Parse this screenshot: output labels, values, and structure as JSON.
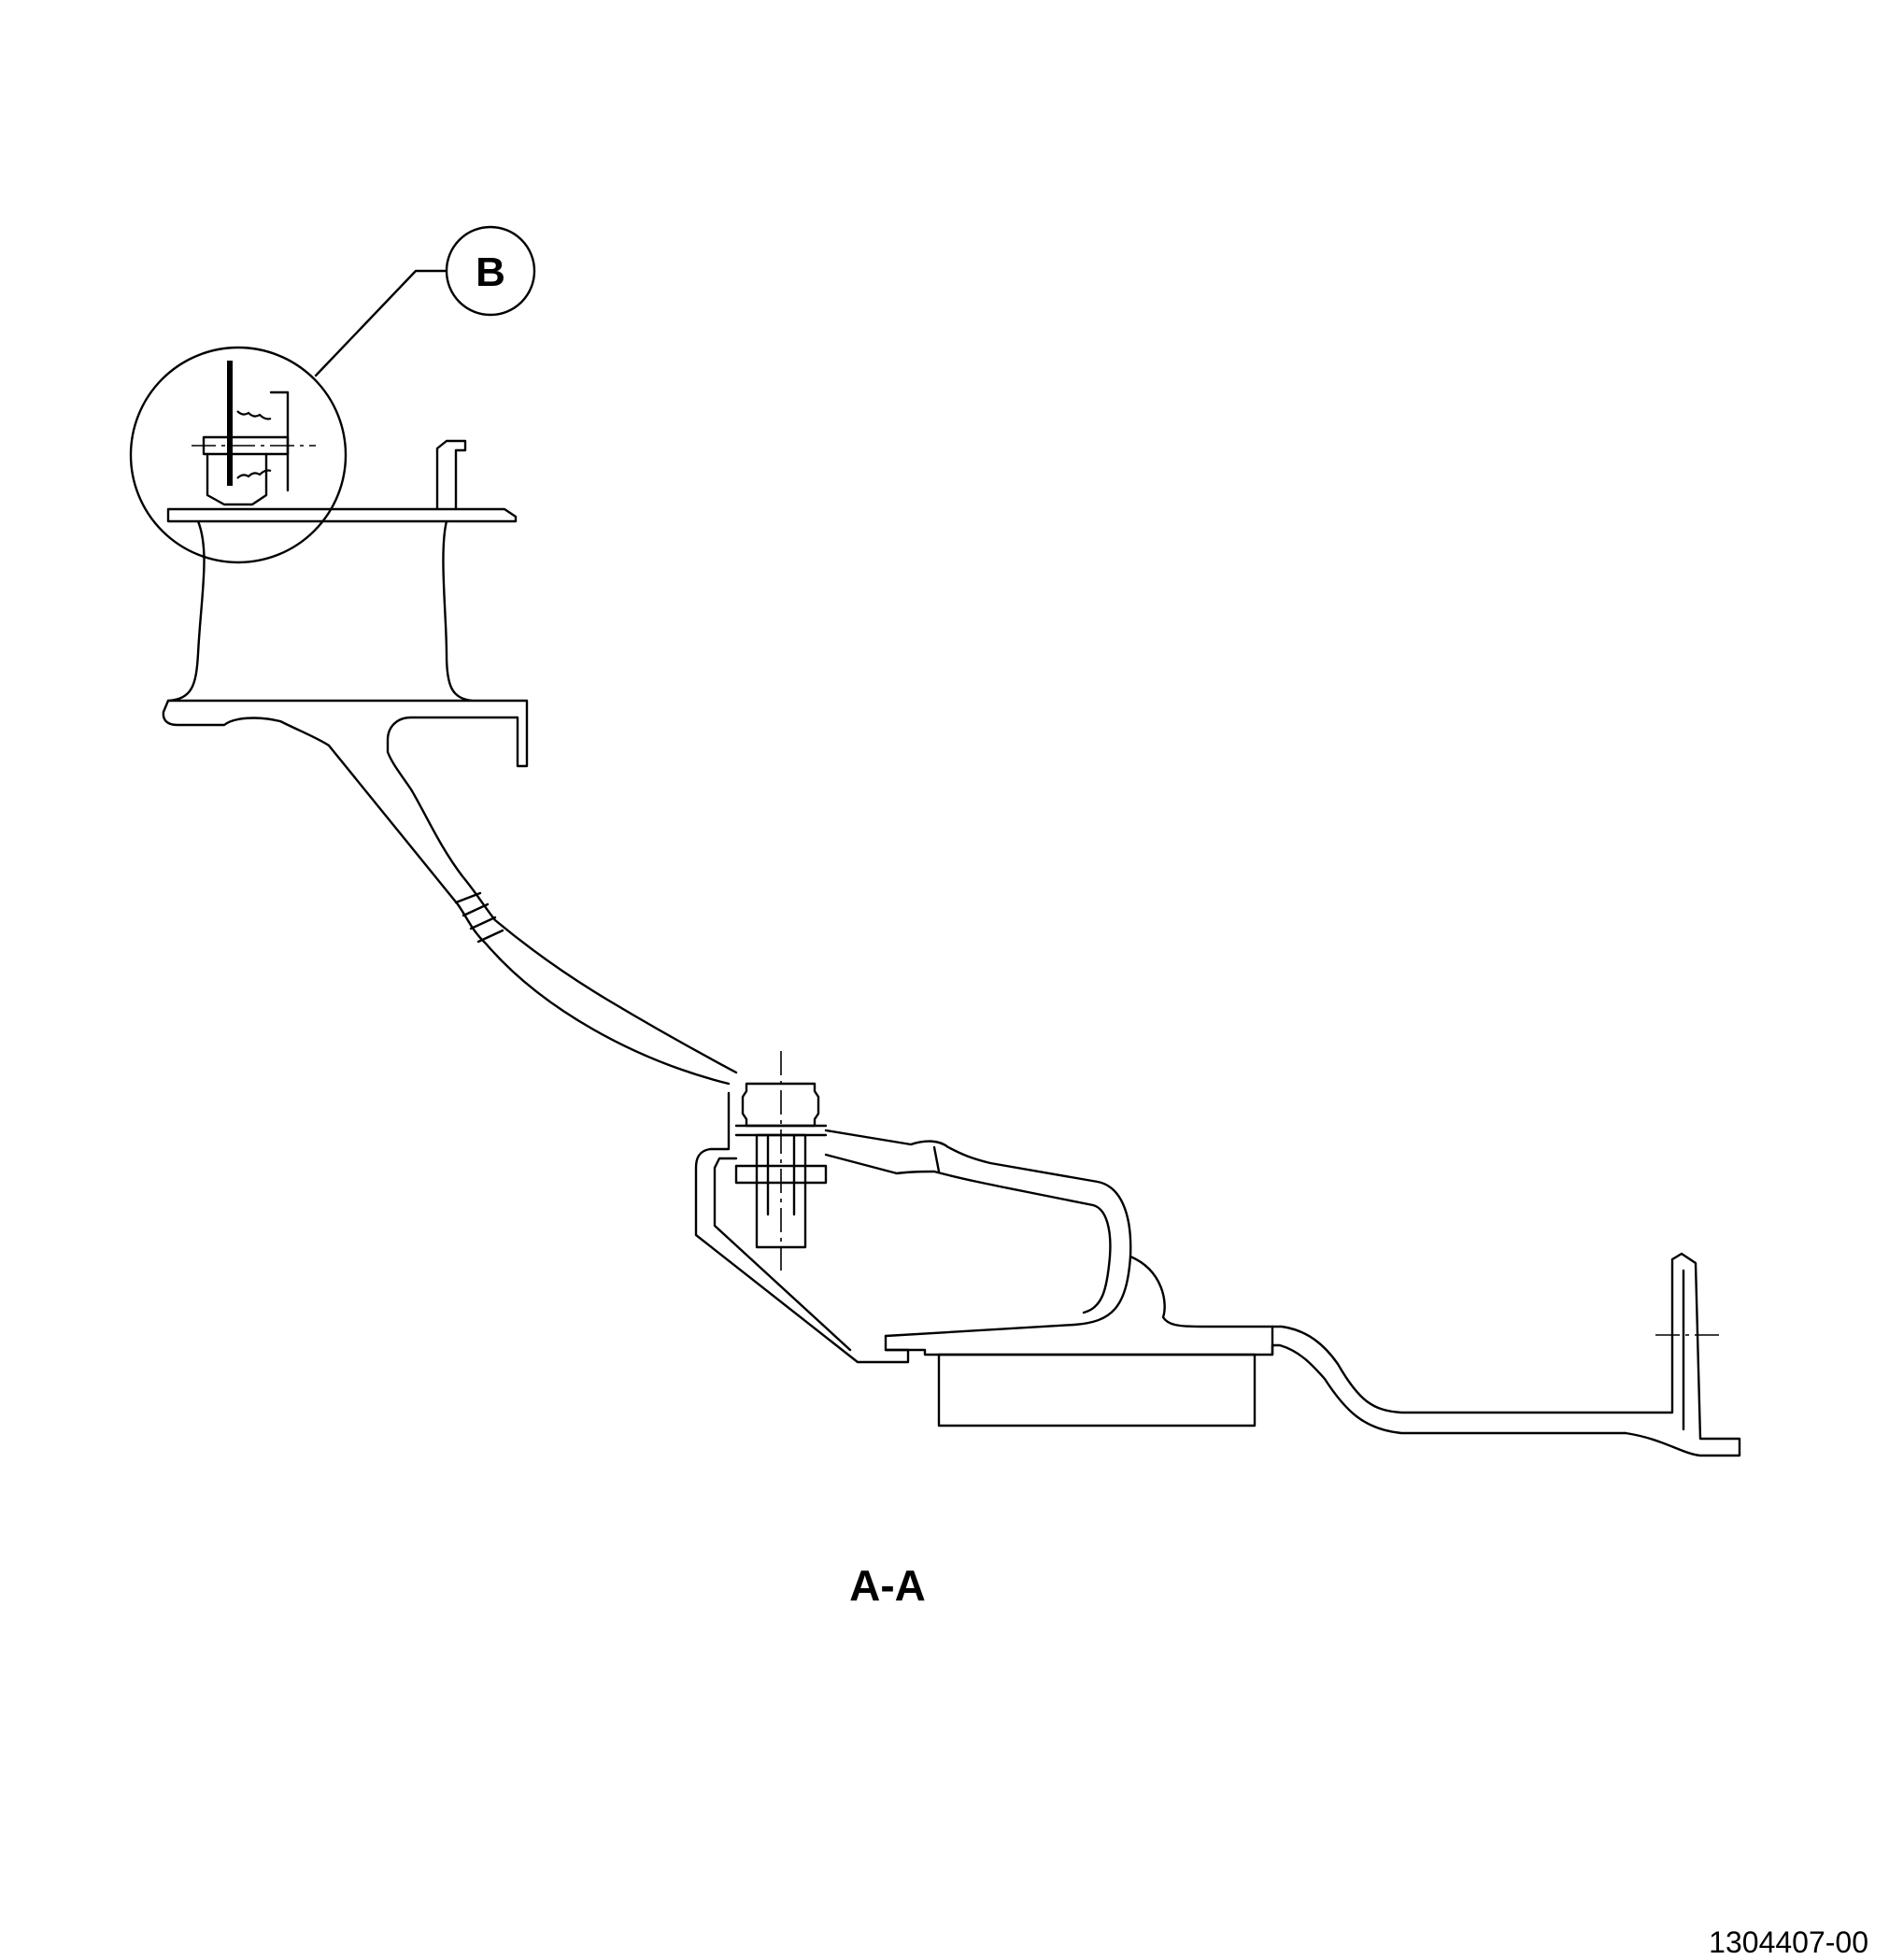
{
  "callout": {
    "letter": "B"
  },
  "section": {
    "label": "A-A"
  },
  "figure": {
    "reference_number": "1304407-00"
  }
}
